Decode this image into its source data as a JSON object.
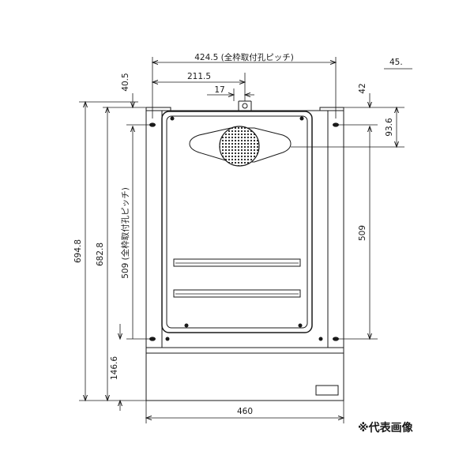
{
  "dimensions": {
    "total_pitch": "424.5 (全枠取付孔ピッチ)",
    "half_pitch": "211.5",
    "offset_17": "17",
    "top_40_5": "40.5",
    "top_45": "45.",
    "top_42": "42",
    "right_93_6": "93.6",
    "right_509": "509",
    "left_509": "509 (全枠取付孔ピッチ)",
    "height_694_8": "694.8",
    "height_682_8": "682.8",
    "bottom_146_6": "146.6",
    "width_460": "460"
  },
  "note": "※代表画像",
  "colors": {
    "line": "#1a1a1a",
    "background": "#ffffff"
  }
}
